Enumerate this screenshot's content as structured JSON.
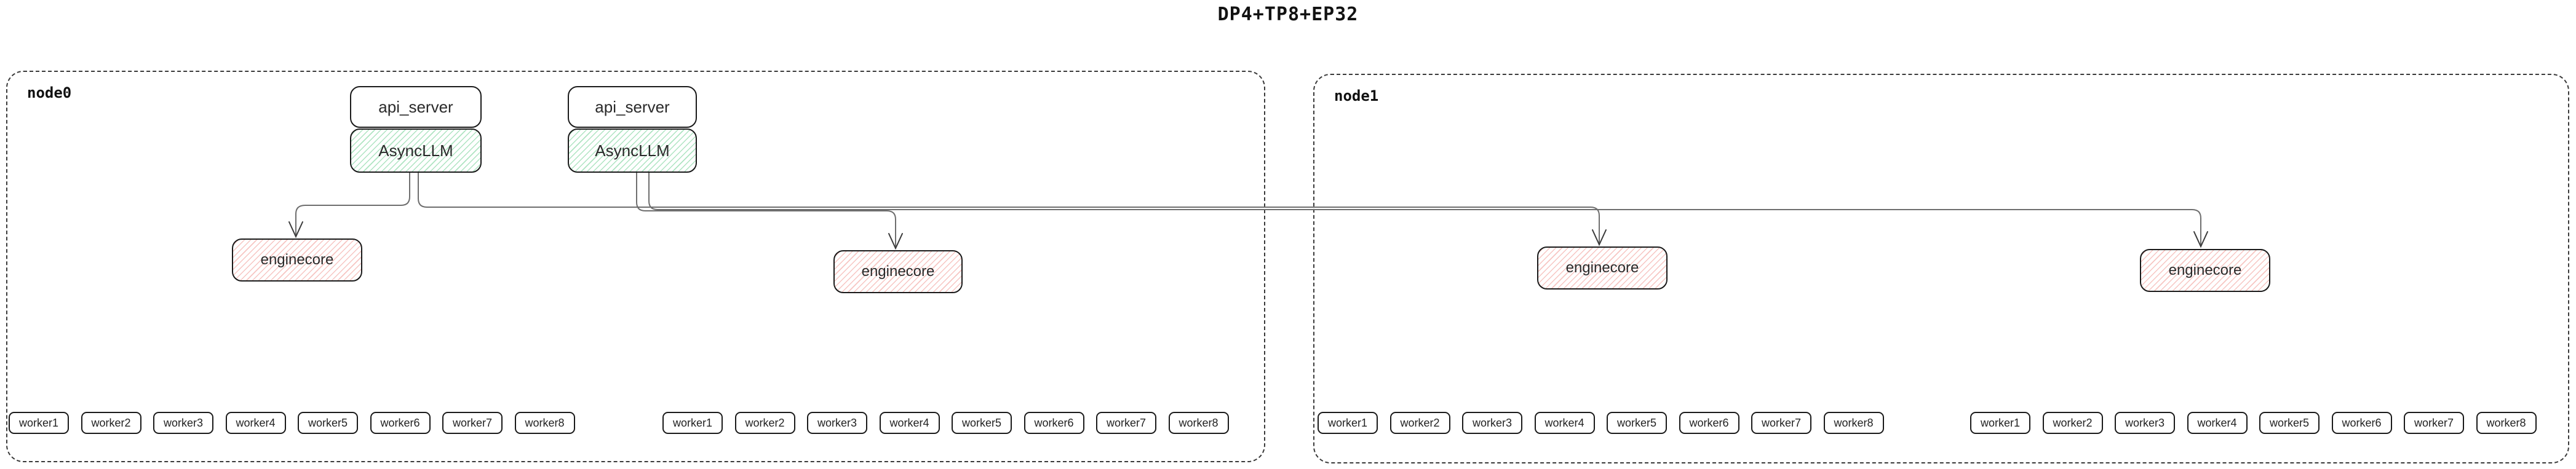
{
  "title": "DP4+TP8+EP32",
  "colors": {
    "green_hatch": "rgba(120,210,152,0.6)",
    "pink_hatch": "rgba(240,150,144,0.55)",
    "wire": "#6e6e6e",
    "arrowhead": "#3a3a3a",
    "box_border": "#1a1a1a",
    "node_border": "#3a3a3a"
  },
  "nodes": [
    {
      "label": "node0",
      "api_stacks": [
        {
          "api_server": "api_server",
          "asyncllm": "AsyncLLM"
        },
        {
          "api_server": "api_server",
          "asyncllm": "AsyncLLM"
        }
      ],
      "enginecores": [
        "enginecore",
        "enginecore"
      ],
      "worker_groups": [
        [
          "worker1",
          "worker2",
          "worker3",
          "worker4",
          "worker5",
          "worker6",
          "worker7",
          "worker8"
        ],
        [
          "worker1",
          "worker2",
          "worker3",
          "worker4",
          "worker5",
          "worker6",
          "worker7",
          "worker8"
        ]
      ]
    },
    {
      "label": "node1",
      "enginecores": [
        "enginecore",
        "enginecore"
      ],
      "worker_groups": [
        [
          "worker1",
          "worker2",
          "worker3",
          "worker4",
          "worker5",
          "worker6",
          "worker7",
          "worker8"
        ],
        [
          "worker1",
          "worker2",
          "worker3",
          "worker4",
          "worker5",
          "worker6",
          "worker7",
          "worker8"
        ]
      ]
    }
  ]
}
